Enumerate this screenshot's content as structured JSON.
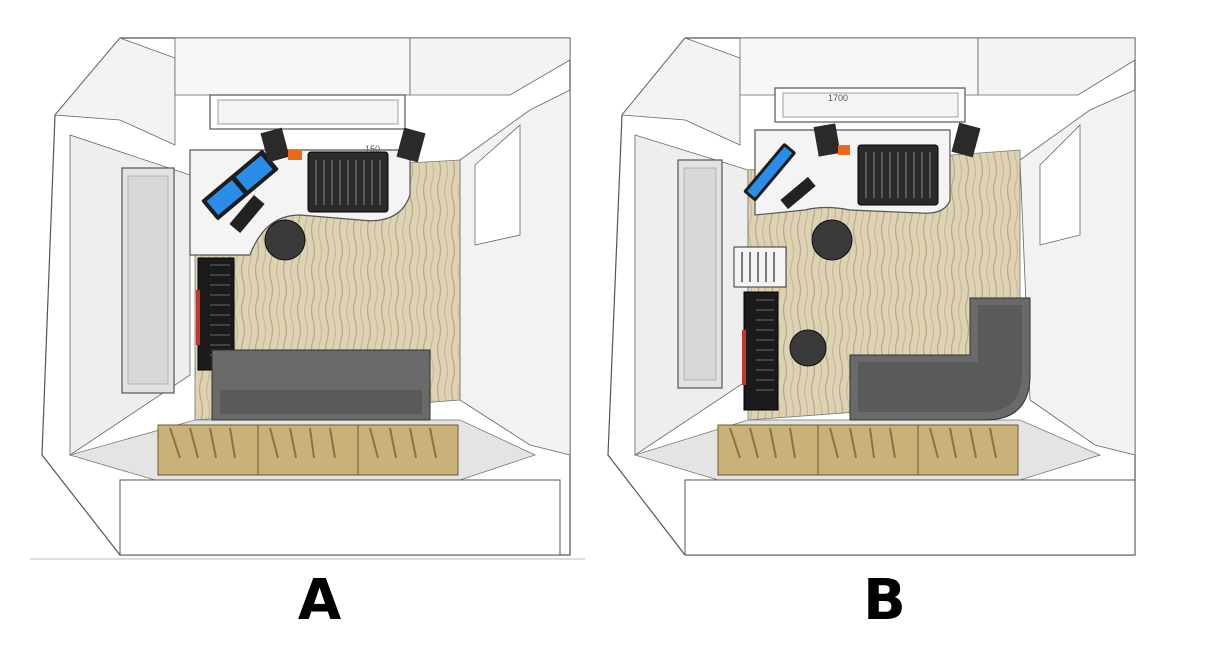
{
  "variants": {
    "a": {
      "label": "A",
      "dimension_text": "150"
    },
    "b": {
      "label": "B",
      "dimension_text": "1700"
    }
  },
  "colors": {
    "wall": "#ffffff",
    "wall_shade": "#e9e9e9",
    "floor": "#ddd2b4",
    "floor_stripe": "#b8a884",
    "sofa": "#6a6a6a",
    "desk": "#f4f4f4",
    "monitor_glow": "#2a8ee8",
    "diffuser_wood": "#c9b27a",
    "accent_orange": "#e86a1a"
  }
}
